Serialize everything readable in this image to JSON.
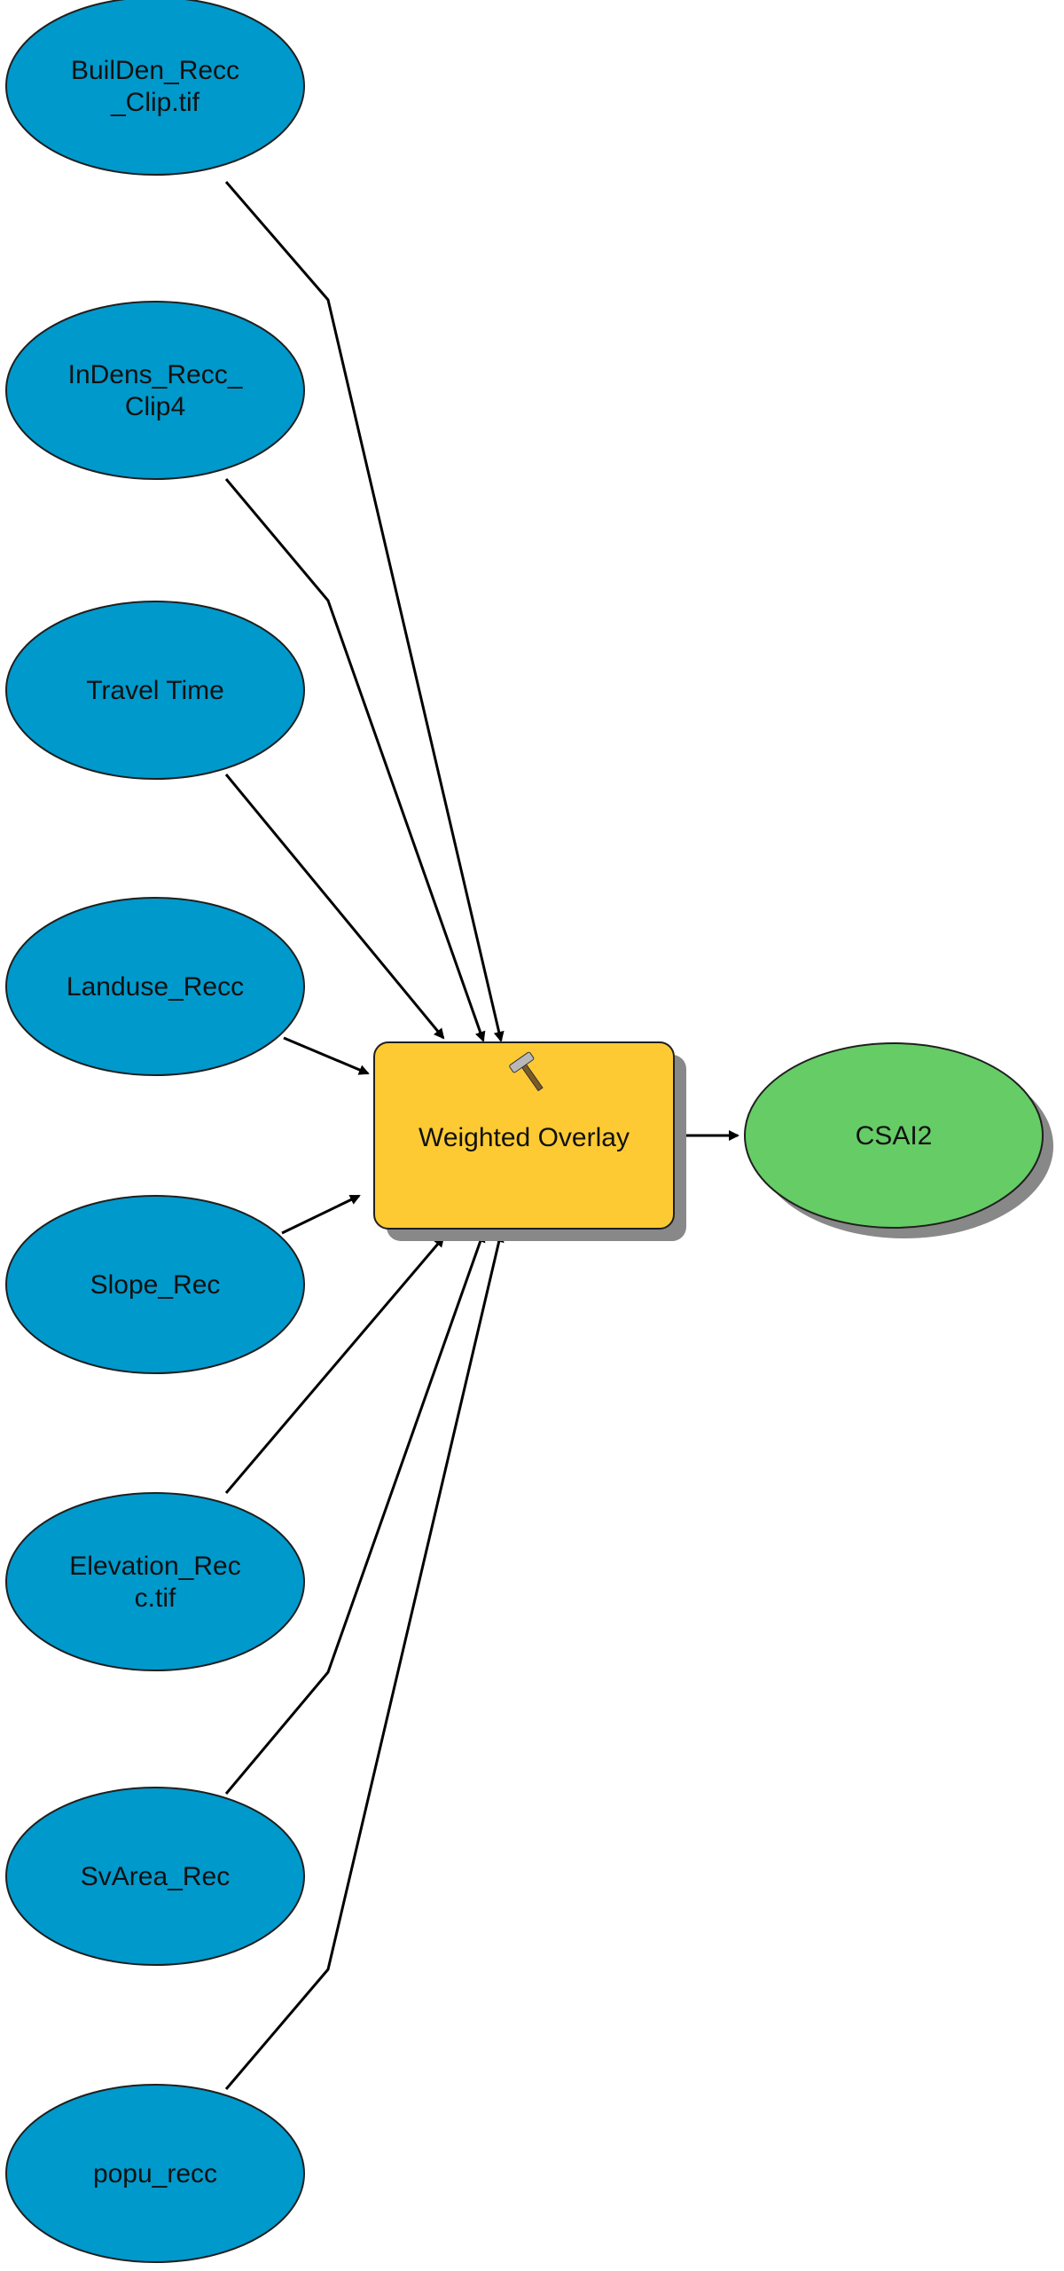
{
  "colors": {
    "input_fill": "#0099cc",
    "tool_fill": "#fdca33",
    "output_fill": "#66cc66",
    "shadow": "#888888",
    "stroke": "#1f1f1f",
    "edge": "#000000"
  },
  "diagram": {
    "inputs": [
      {
        "lines": [
          "BuilDen_Recc",
          "_Clip.tif"
        ]
      },
      {
        "lines": [
          "InDens_Recc_",
          "Clip4"
        ]
      },
      {
        "lines": [
          "Travel Time"
        ]
      },
      {
        "lines": [
          "Landuse_Recc"
        ]
      },
      {
        "lines": [
          "Slope_Rec"
        ]
      },
      {
        "lines": [
          "Elevation_Rec",
          "c.tif"
        ]
      },
      {
        "lines": [
          "SvArea_Rec"
        ]
      },
      {
        "lines": [
          "popu_recc"
        ]
      }
    ],
    "tool": {
      "label": "Weighted Overlay",
      "icon": "hammer-icon"
    },
    "output": {
      "label": "CSAI2"
    }
  }
}
